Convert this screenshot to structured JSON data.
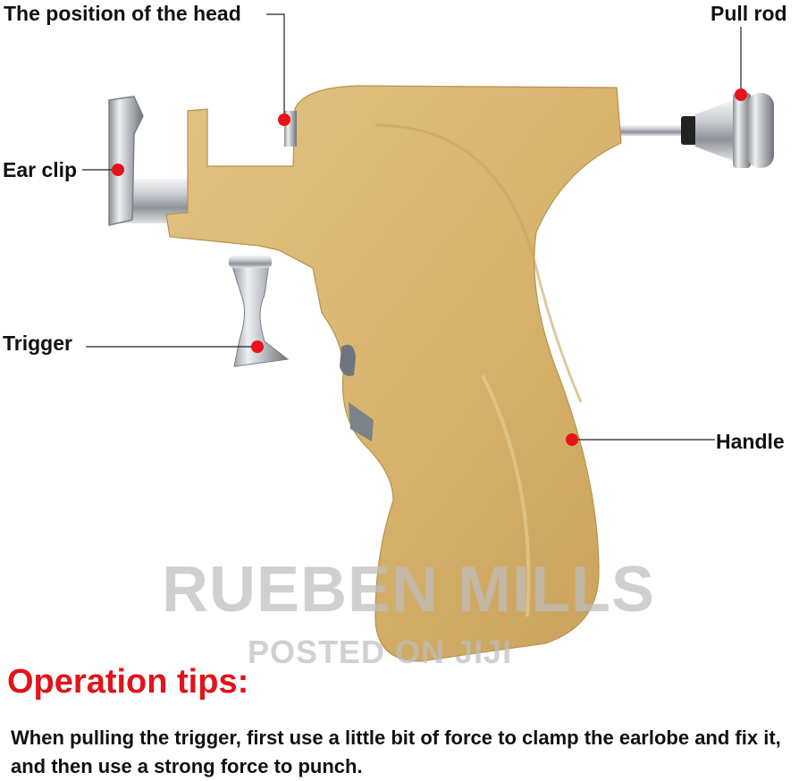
{
  "labels": {
    "head_position": "The position of the head",
    "pull_rod": "Pull rod",
    "ear_clip": "Ear clip",
    "trigger": "Trigger",
    "handle": "Handle"
  },
  "watermark": {
    "name": "RUEBEN MILLS",
    "posted": "POSTED ON JIJI"
  },
  "tips": {
    "title": "Operation tips:",
    "body": "When pulling the trigger, first use a little bit of force to clamp the earlobe and fix it, and then use a strong force to punch."
  },
  "colors": {
    "gun_body": "#d9b56f",
    "marker": "#e8121a",
    "tips_title": "#e0141a",
    "metal": "#b8bcc2"
  }
}
